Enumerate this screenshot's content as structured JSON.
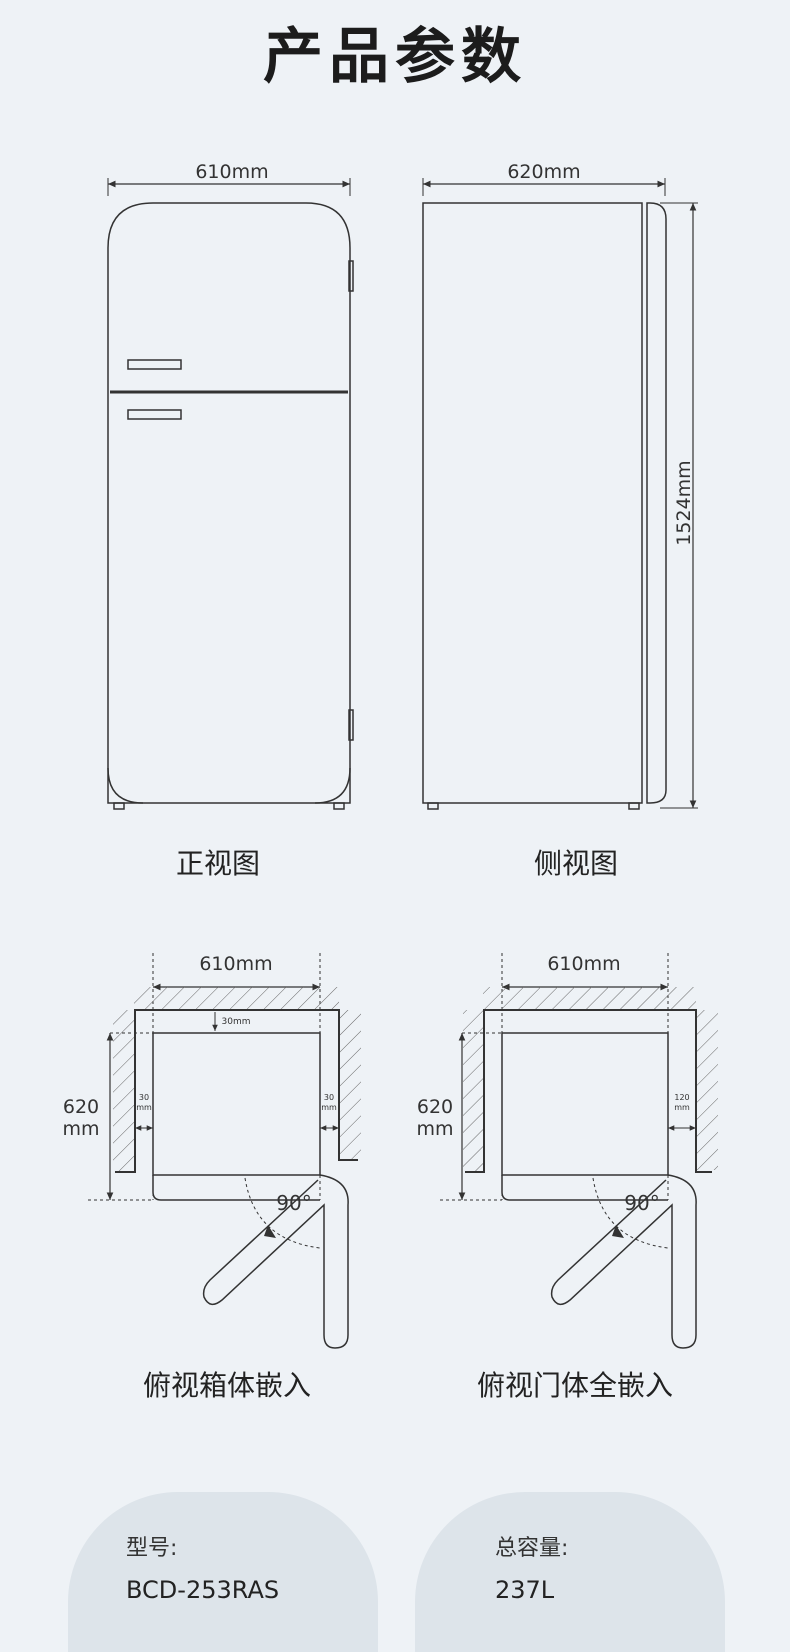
{
  "title": "产品参数",
  "front_view": {
    "width_label": "610mm",
    "caption": "正视图"
  },
  "side_view": {
    "depth_label": "620mm",
    "height_label": "1524mm",
    "caption": "侧视图"
  },
  "top_cabinet_embed": {
    "width_label": "610mm",
    "top_gap_label": "30mm",
    "depth_label": "620\nmm",
    "left_gap_label": "30\nmm",
    "right_gap_label": "30\nmm",
    "angle_label": "90°",
    "caption": "俯视箱体嵌入"
  },
  "top_full_embed": {
    "width_label": "610mm",
    "depth_label": "620\nmm",
    "right_gap_label": "120\nmm",
    "angle_label": "90°",
    "caption": "俯视门体全嵌入"
  },
  "specs": [
    {
      "label": "型号:",
      "value": "BCD-253RAS"
    },
    {
      "label": "总容量:",
      "value": "237L"
    }
  ]
}
